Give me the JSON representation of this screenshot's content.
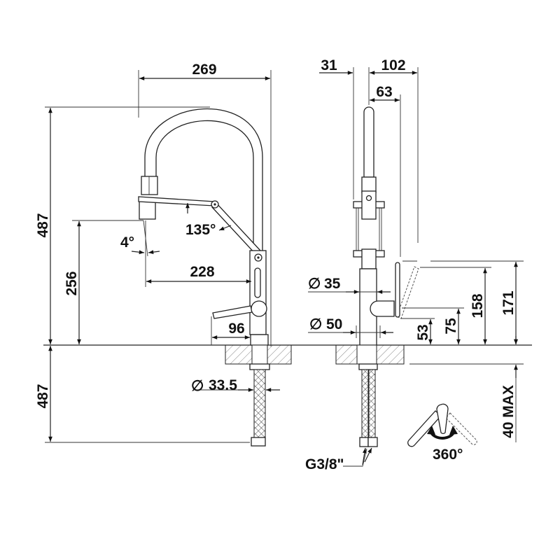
{
  "title": "Kitchen mixer with pull-out spray - dimensional drawing",
  "side_view": {
    "width_269": "269",
    "height_487": "487",
    "spout_height_256": "256",
    "angle_4": "4°",
    "angle_135": "135°",
    "reach_228": "228",
    "lever_96": "96",
    "below_487": "487",
    "hose_diameter": "33.5",
    "diameter_symbol": "∅"
  },
  "front_view": {
    "offset_31": "31",
    "depth_102": "102",
    "depth_63": "63",
    "body_diameter_35": "35",
    "base_diameter_50": "50",
    "h_53": "53",
    "h_75": "75",
    "h_158": "158",
    "h_171": "171",
    "deck_max": "40 MAX",
    "connection": "G3/8\"",
    "rotation": "360°",
    "diameter_symbol": "∅"
  }
}
